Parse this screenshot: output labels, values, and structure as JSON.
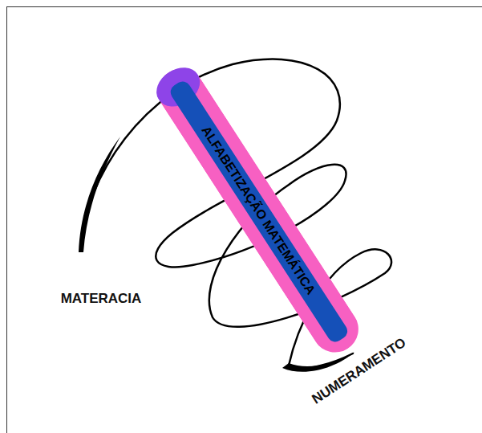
{
  "diagram": {
    "nodes": [
      {
        "text": [
          "ALFABETIZAÇÃO MATEMÁTICA"
        ]
      }
    ],
    "labels": [
      "MATERACIA",
      "NUMERAMENTO"
    ]
  }
}
